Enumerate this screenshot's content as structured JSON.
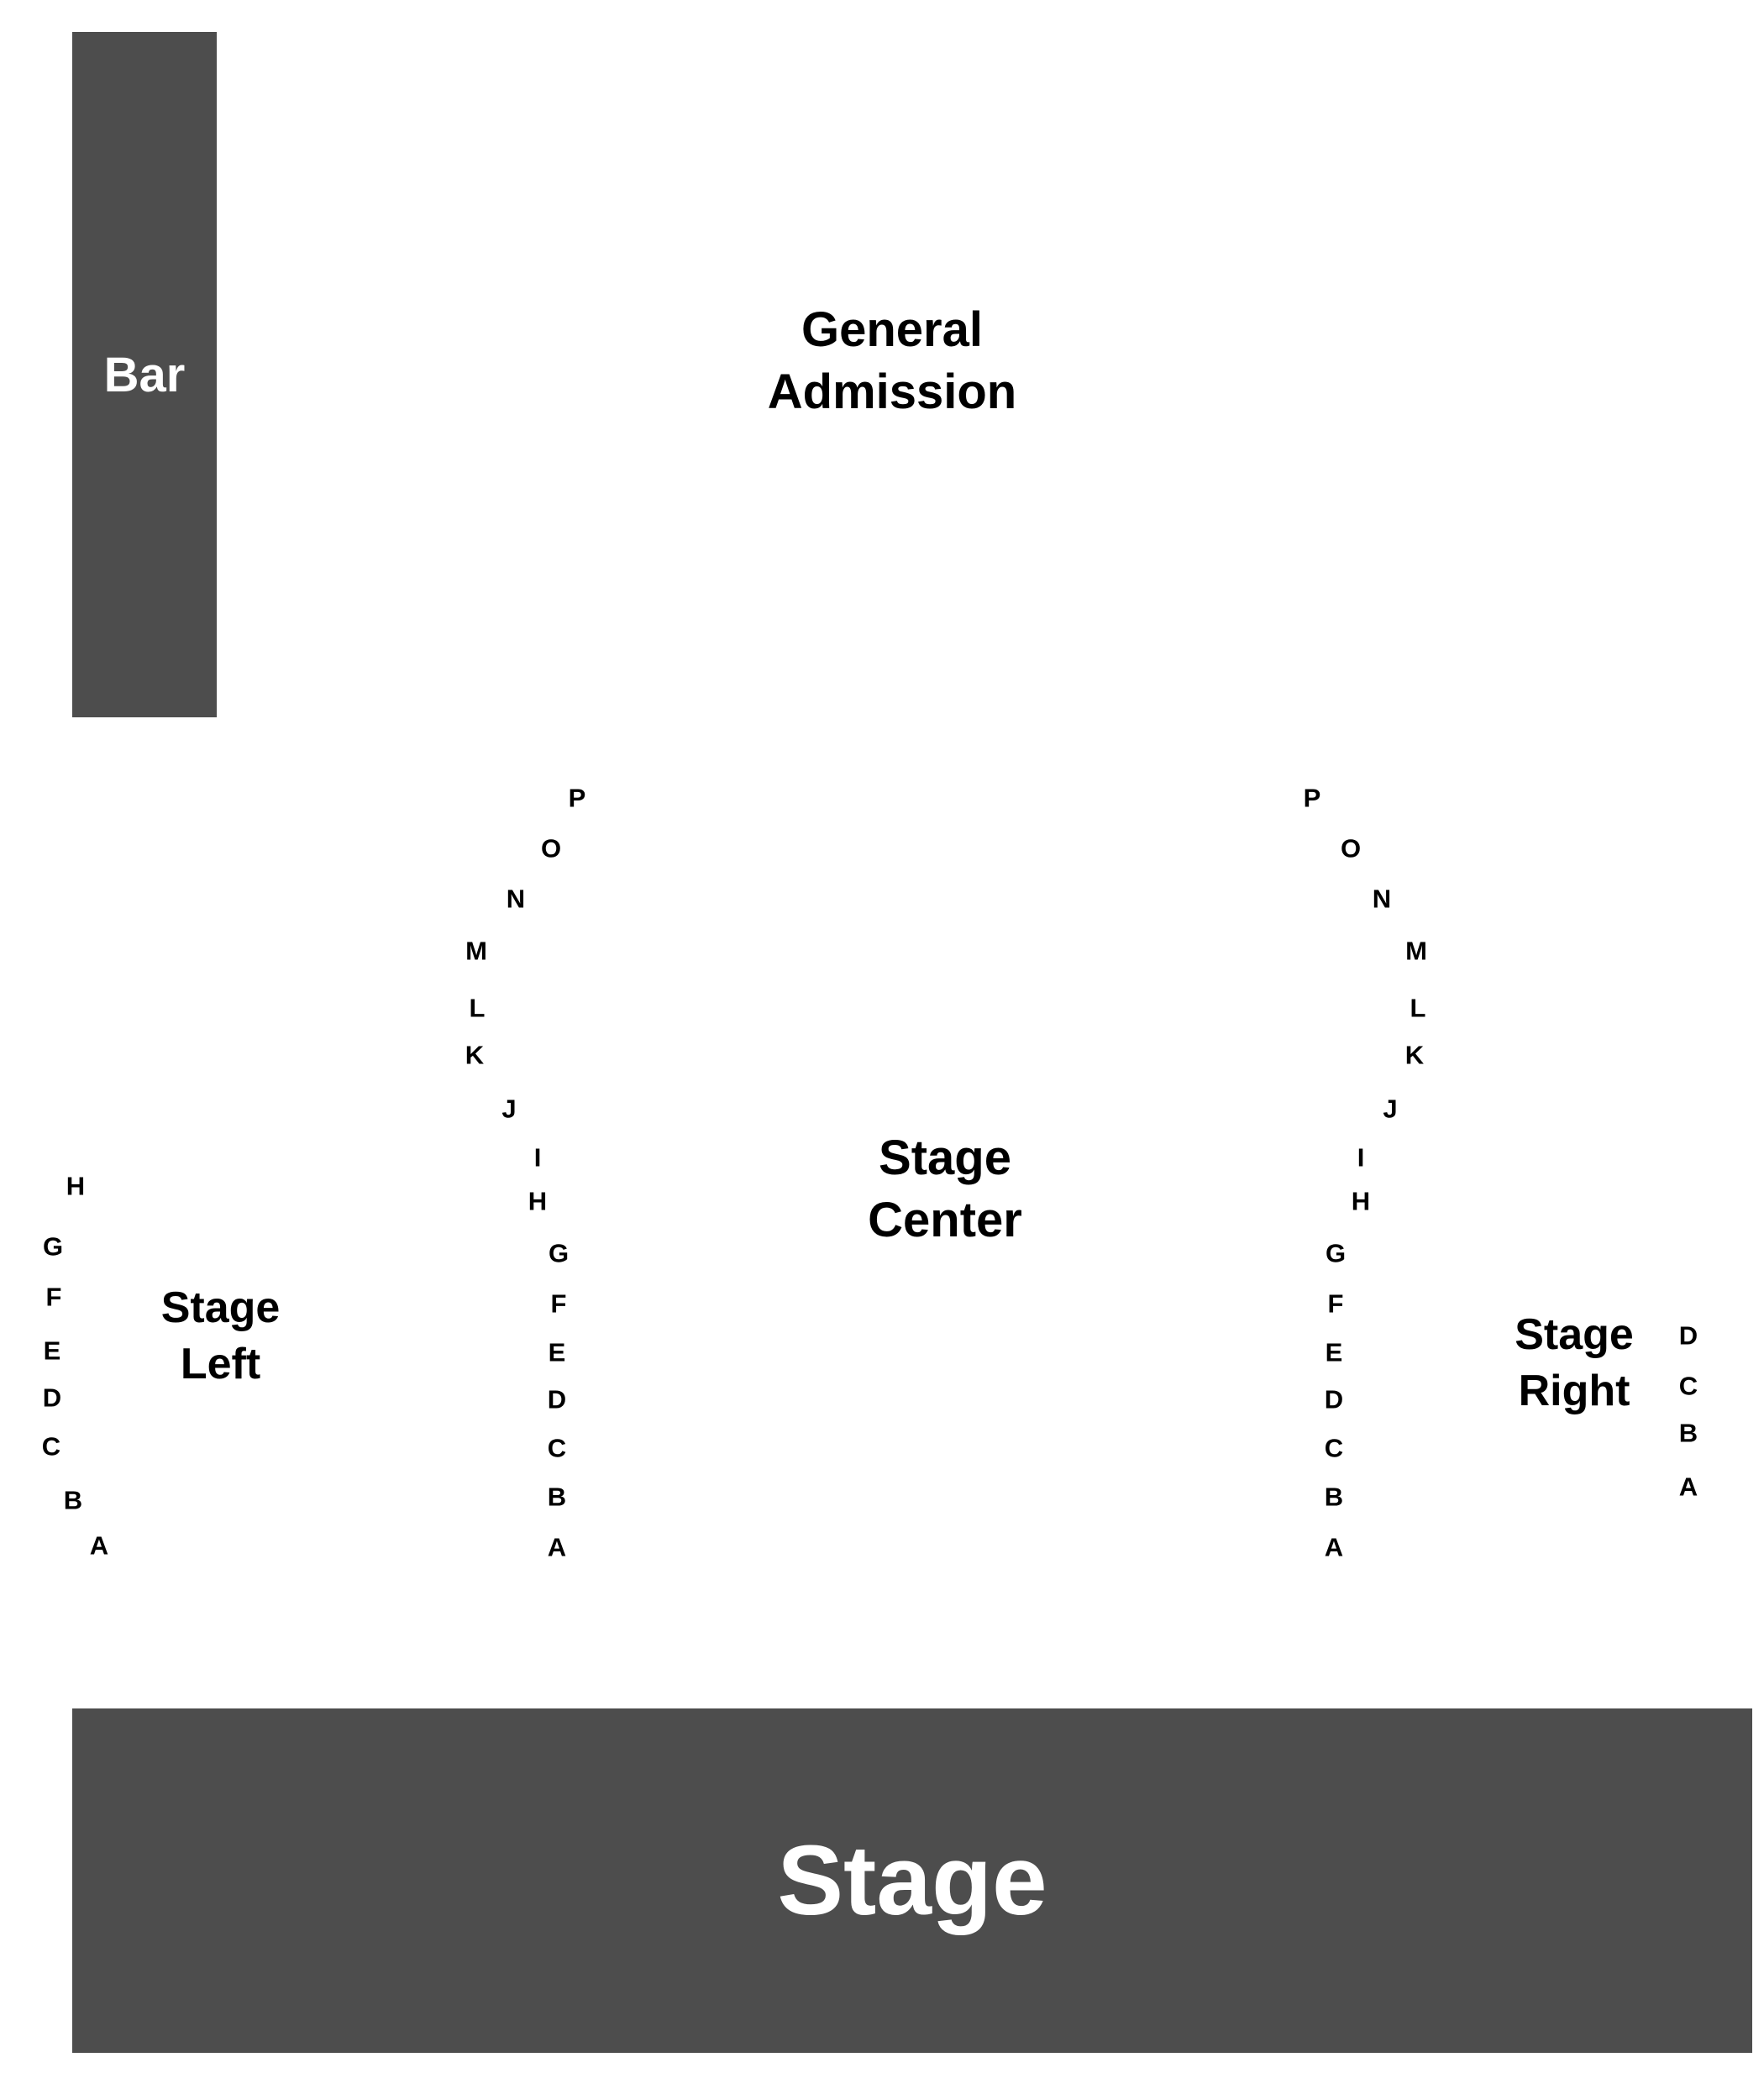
{
  "colors": {
    "block_fill": "#4d4d4d",
    "block_text": "#ffffff",
    "label_text": "#000000",
    "background": "#ffffff"
  },
  "bar": {
    "label": "Bar"
  },
  "stage": {
    "label": "Stage"
  },
  "sections": {
    "general_admission": {
      "line1": "General",
      "line2": "Admission"
    },
    "stage_center": {
      "line1": "Stage",
      "line2": "Center"
    },
    "stage_left": {
      "line1": "Stage",
      "line2": "Left"
    },
    "stage_right": {
      "line1": "Stage",
      "line2": "Right"
    }
  },
  "rows": {
    "stage_left": [
      "H",
      "G",
      "F",
      "E",
      "D",
      "C",
      "B",
      "A"
    ],
    "center_left": [
      "P",
      "O",
      "N",
      "M",
      "L",
      "K",
      "J",
      "I",
      "H",
      "G",
      "F",
      "E",
      "D",
      "C",
      "B",
      "A"
    ],
    "center_right": [
      "P",
      "O",
      "N",
      "M",
      "L",
      "K",
      "J",
      "I",
      "H",
      "G",
      "F",
      "E",
      "D",
      "C",
      "B",
      "A"
    ],
    "stage_right": [
      "D",
      "C",
      "B",
      "A"
    ]
  }
}
